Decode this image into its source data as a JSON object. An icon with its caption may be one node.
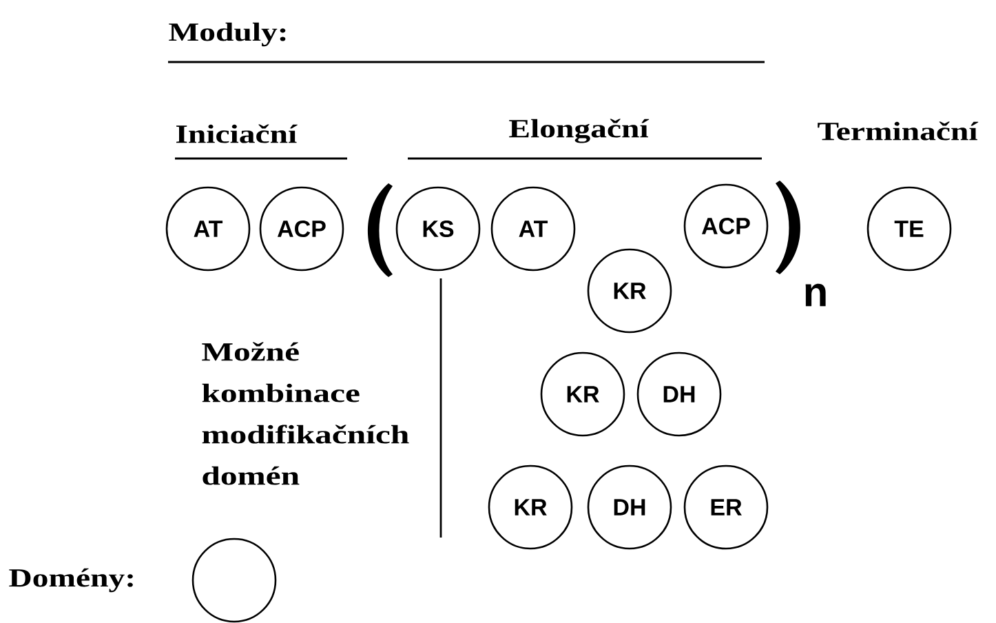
{
  "diagram": {
    "nodes": [
      {
        "text": [
          "AT"
        ]
      },
      {
        "text": [
          "ACP"
        ]
      },
      {
        "text": [
          "KS"
        ]
      },
      {
        "text": [
          "AT"
        ]
      },
      {
        "text": [
          "ACP"
        ]
      },
      {
        "text": [
          "KR"
        ]
      },
      {
        "text": [
          "TE"
        ]
      },
      {
        "text": [
          "KR"
        ]
      },
      {
        "text": [
          "DH"
        ]
      },
      {
        "text": [
          "KR"
        ]
      },
      {
        "text": [
          "DH"
        ]
      },
      {
        "text": [
          "ER"
        ]
      },
      {
        "text": [],
        "shape": "circle"
      }
    ],
    "labels": [
      "Moduly:",
      "Iniciační",
      "Elongační",
      "Terminační",
      "n",
      "Možné kombinace modifikačních domén",
      "Domény:"
    ]
  }
}
